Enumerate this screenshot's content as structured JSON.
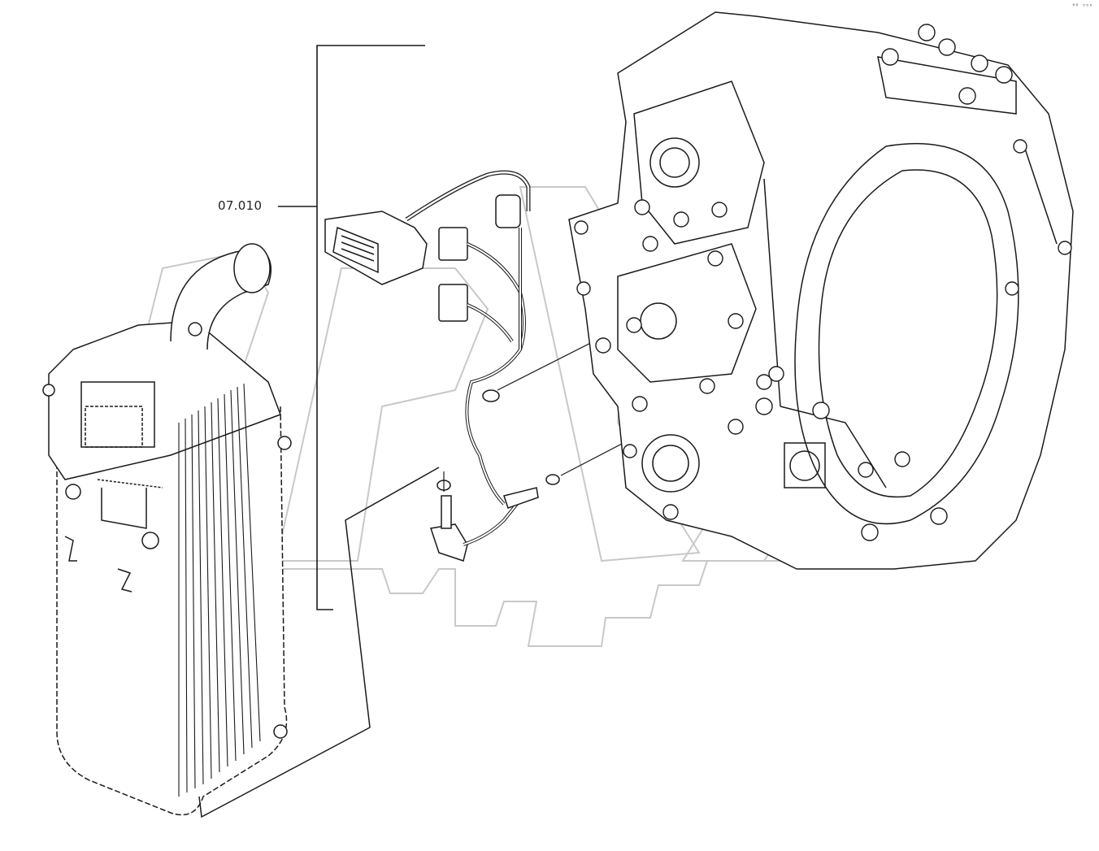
{
  "diagram": {
    "callouts": [
      {
        "id": "harness",
        "label": "07.010"
      }
    ],
    "corner_mark": "°° ⁰⁰⁰",
    "colors": {
      "line": "#1a1a1a",
      "watermark": "#c8c8c8",
      "background": "#ffffff"
    }
  }
}
